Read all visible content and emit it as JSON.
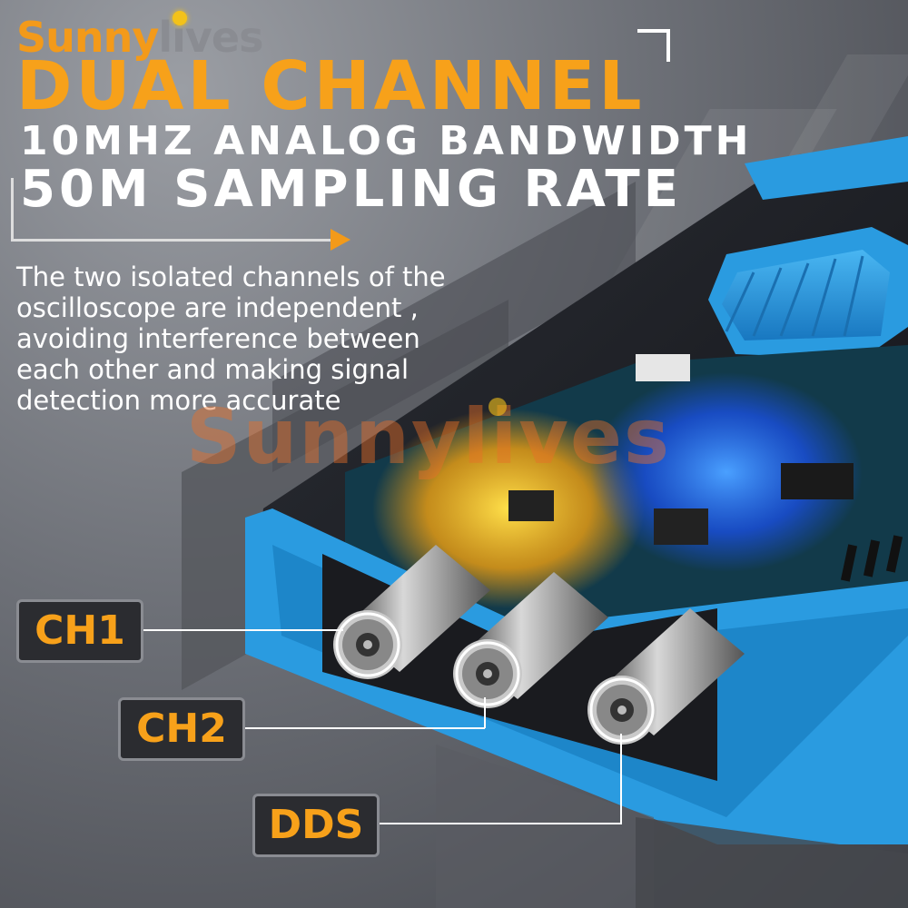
{
  "brand": {
    "part1": "Sunny",
    "part2": "lives"
  },
  "headline": "DUAL CHANNEL",
  "spec_line_1": "10MHZ ANALOG BANDWIDTH",
  "spec_line_2": "50M SAMPLING RATE",
  "description_lines": [
    "The two isolated channels of the",
    "oscilloscope are independent ,",
    "avoiding interference between",
    "each other and making signal",
    "detection more accurate"
  ],
  "watermark": "Sunnylives",
  "connectors": [
    {
      "label": "CH1"
    },
    {
      "label": "CH2"
    },
    {
      "label": "DDS"
    }
  ],
  "colors": {
    "accent": "#f7a11a",
    "device_blue": "#2a9be0",
    "device_body": "#1f2126"
  }
}
